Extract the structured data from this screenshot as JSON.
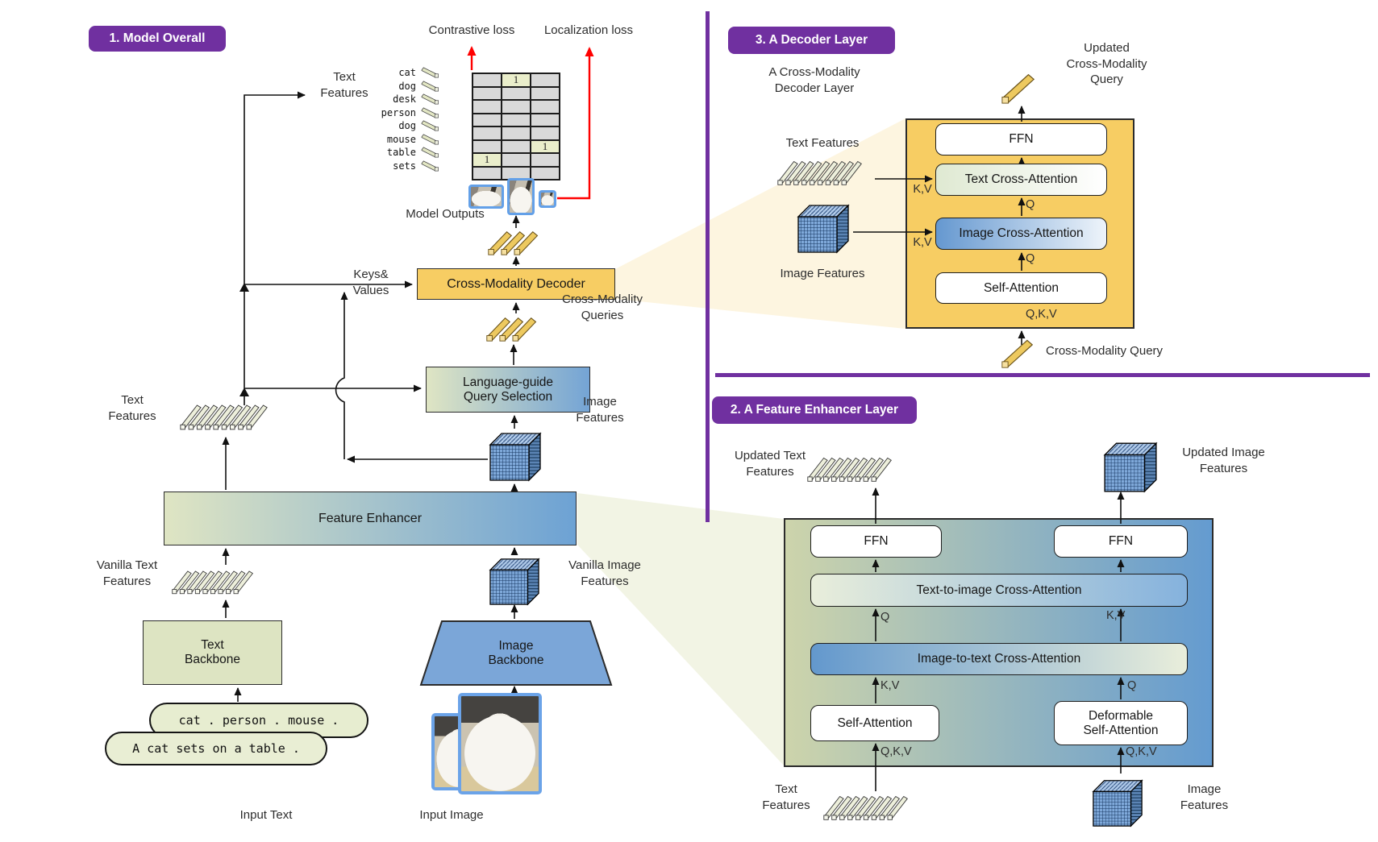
{
  "colors": {
    "accent_purple": "#7030A0",
    "decoder_yellow": "#F7CD63",
    "loss_red": "#FF0000",
    "enhancer_green": "#CDD4AB",
    "enhancer_blue": "#649BD0",
    "thumb_border_blue": "#66A0E2",
    "matrix_cell_gray": "#D9D9D9",
    "matrix_highlight": "#EAEECB"
  },
  "overall": {
    "badge": "1. Model Overall",
    "contrastive_loss": "Contrastive loss",
    "localization_loss": "Localization loss",
    "words": [
      "cat",
      "dog",
      "desk",
      "person",
      "dog",
      "mouse",
      "table",
      "sets"
    ],
    "matrix": {
      "rows": 8,
      "cols": 3,
      "cell_value": "1",
      "ones": [
        [
          0,
          1
        ],
        [
          5,
          2
        ],
        [
          6,
          0
        ]
      ]
    },
    "model_outputs": "Model Outputs",
    "text_features_top": [
      "Text",
      "Features"
    ],
    "keys_values": [
      "Keys&",
      "Values"
    ],
    "decoder": "Cross-Modality Decoder",
    "queries": [
      "Cross-Modality",
      "Queries"
    ],
    "query_selection": [
      "Language-guide",
      "Query Selection"
    ],
    "image_features": [
      "Image",
      "Features"
    ],
    "text_features": [
      "Text",
      "Features"
    ],
    "feature_enhancer": "Feature Enhancer",
    "vanilla_text_features": [
      "Vanilla Text",
      "Features"
    ],
    "vanilla_image_features": [
      "Vanilla Image",
      "Features"
    ],
    "text_backbone": [
      "Text",
      "Backbone"
    ],
    "image_backbone": [
      "Image",
      "Backbone"
    ],
    "text_prompt_words": "cat . person . mouse .",
    "text_prompt_sentence": "A cat sets on a table .",
    "input_text": "Input Text",
    "input_image": "Input Image"
  },
  "decoder_panel": {
    "badge": "3. A Decoder Layer",
    "subtitle": [
      "A Cross-Modality",
      "Decoder Layer"
    ],
    "updated_query": [
      "Updated",
      "Cross-Modality",
      "Query"
    ],
    "text_features": "Text Features",
    "image_features": "Image Features",
    "ffn": "FFN",
    "text_cross_attention": "Text Cross-Attention",
    "image_cross_attention": "Image Cross-Attention",
    "self_attention": "Self-Attention",
    "kv": "K,V",
    "q": "Q",
    "qkv": "Q,K,V",
    "cross_modality_query": "Cross-Modality Query"
  },
  "enhancer_panel": {
    "badge": "2. A Feature Enhancer Layer",
    "updated_text_features": [
      "Updated Text",
      "Features"
    ],
    "updated_image_features": [
      "Updated Image",
      "Features"
    ],
    "ffn": "FFN",
    "text_to_image": "Text-to-image Cross-Attention",
    "image_to_text": "Image-to-text Cross-Attention",
    "self_attention": "Self-Attention",
    "deformable_self_attention": [
      "Deformable",
      "Self-Attention"
    ],
    "q": "Q",
    "kv": "K,V",
    "qkv": "Q,K,V",
    "text_features": [
      "Text",
      "Features"
    ],
    "image_features": [
      "Image",
      "Features"
    ]
  }
}
